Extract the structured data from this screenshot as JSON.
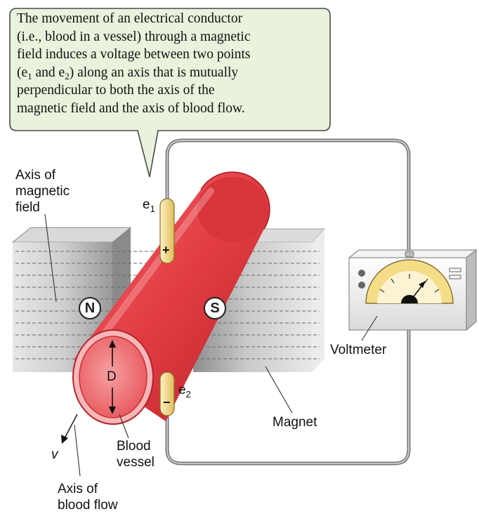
{
  "callout": {
    "line1": "The movement of an electrical conductor",
    "line2": "(i.e., blood in a vessel) through a magnetic",
    "line3": "field induces a voltage between two points",
    "line4_pre": "(e",
    "line4_sub1": "1",
    "line4_mid": " and e",
    "line4_sub2": "2",
    "line4_post": ") along an axis that is mutually",
    "line5": "perpendicular to both the axis of the",
    "line6": "magnetic field and the axis of blood flow."
  },
  "labels": {
    "axis_magnetic_1": "Axis of",
    "axis_magnetic_2": "magnetic",
    "axis_magnetic_3": "field",
    "e1_base": "e",
    "e1_sub": "1",
    "e2_base": "e",
    "e2_sub": "2",
    "plus": "+",
    "minus": "−",
    "north": "N",
    "south": "S",
    "diameter": "D",
    "velocity": "v",
    "blood_vessel_1": "Blood",
    "blood_vessel_2": "vessel",
    "axis_flow_1": "Axis of",
    "axis_flow_2": "blood flow",
    "magnet": "Magnet",
    "voltmeter": "Voltmeter"
  },
  "colors": {
    "callout_fill": "#e8f2dc",
    "vessel": "#e8464b",
    "electrode": "#f3d88a",
    "magnet": "#a8a8a8",
    "wire": "#8a8a8a",
    "voltmeter_face": "#f4dd86"
  }
}
